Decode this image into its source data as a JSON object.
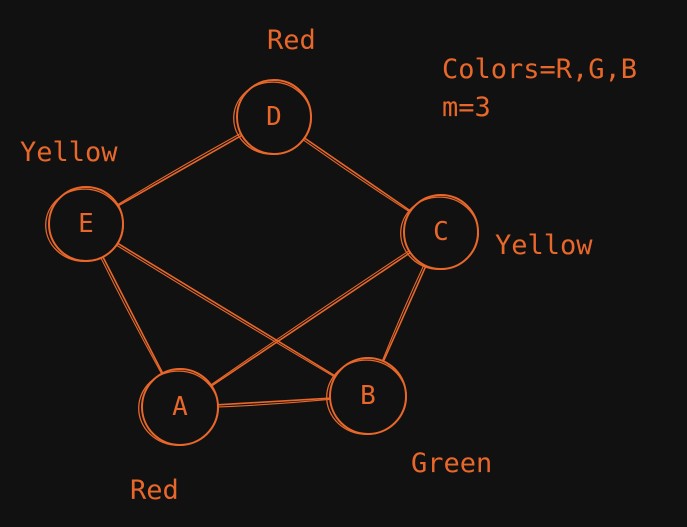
{
  "accent_color": "#e8672a",
  "background_color": "#111111",
  "note": {
    "colors_line": "Colors=R,G,B",
    "m_line": "m=3"
  },
  "nodes": [
    {
      "id": "D",
      "label": "D",
      "color_name": "Red"
    },
    {
      "id": "E",
      "label": "E",
      "color_name": "Yellow"
    },
    {
      "id": "C",
      "label": "C",
      "color_name": "Yellow"
    },
    {
      "id": "A",
      "label": "A",
      "color_name": "Red"
    },
    {
      "id": "B",
      "label": "B",
      "color_name": "Green"
    }
  ],
  "edges": [
    [
      "D",
      "E"
    ],
    [
      "D",
      "C"
    ],
    [
      "E",
      "A"
    ],
    [
      "E",
      "B"
    ],
    [
      "C",
      "A"
    ],
    [
      "C",
      "B"
    ],
    [
      "A",
      "B"
    ]
  ]
}
